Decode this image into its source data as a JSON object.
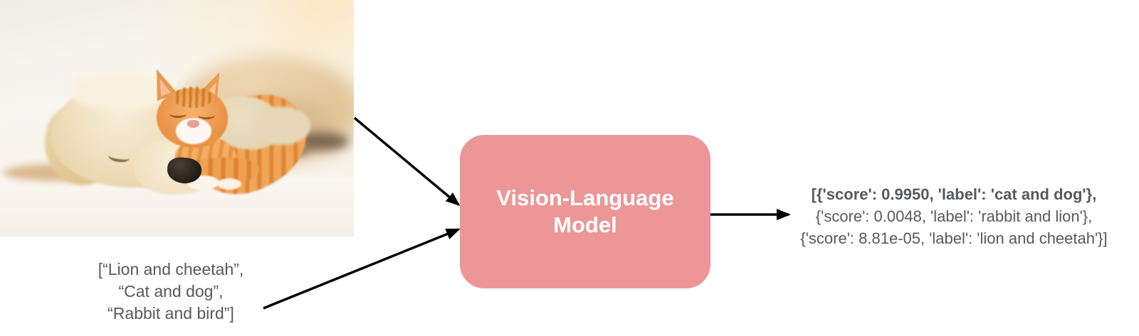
{
  "photo": {
    "alt": "Sleeping cream puppy with an orange tabby kitten resting on its head"
  },
  "input_text": {
    "lines": [
      "[“Lion and cheetah”,",
      "“Cat and dog”,",
      "“Rabbit and bird”]"
    ]
  },
  "model_box": {
    "line1": "Vision-Language",
    "line2": "Model",
    "fill": "#EC9697",
    "text_color": "#FFFFFF"
  },
  "output_text": {
    "lines": [
      {
        "text": "[{'score': 0.9950, 'label': 'cat and dog'},",
        "bold": true
      },
      {
        "text": "{'score': 0.0048, 'label': 'rabbit and lion'},",
        "bold": false
      },
      {
        "text": "{'score': 8.81e-05, 'label': 'lion and cheetah'}]",
        "bold": false
      }
    ]
  },
  "colors": {
    "arrow": "#000000",
    "text_gray": "#58595B"
  }
}
